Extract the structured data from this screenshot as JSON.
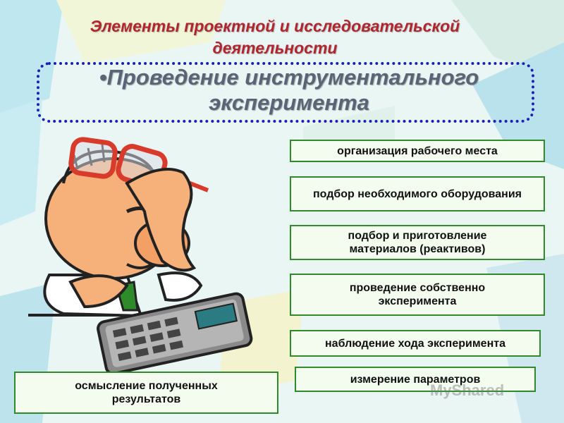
{
  "slide": {
    "title": "Элементы проектной и исследовательской деятельности",
    "subtitle": "•Проведение инструментального эксперимента",
    "items": [
      "организация рабочего места",
      "подбор необходимого оборудования",
      "подбор и приготовление материалов (реактивов)",
      "проведение собственно эксперимента",
      "наблюдение хода эксперимента",
      "измерение параметров"
    ],
    "result": "осмысление полученных результатов",
    "watermark": "MyShared"
  },
  "colors": {
    "title": "#b1252f",
    "dotted_border": "#1b1fb3",
    "box_border": "#2f8a2a",
    "box_fill": "#f4fbef"
  },
  "icons": [
    "scientist-calculator-illustration",
    "watermark-logo-icon"
  ]
}
